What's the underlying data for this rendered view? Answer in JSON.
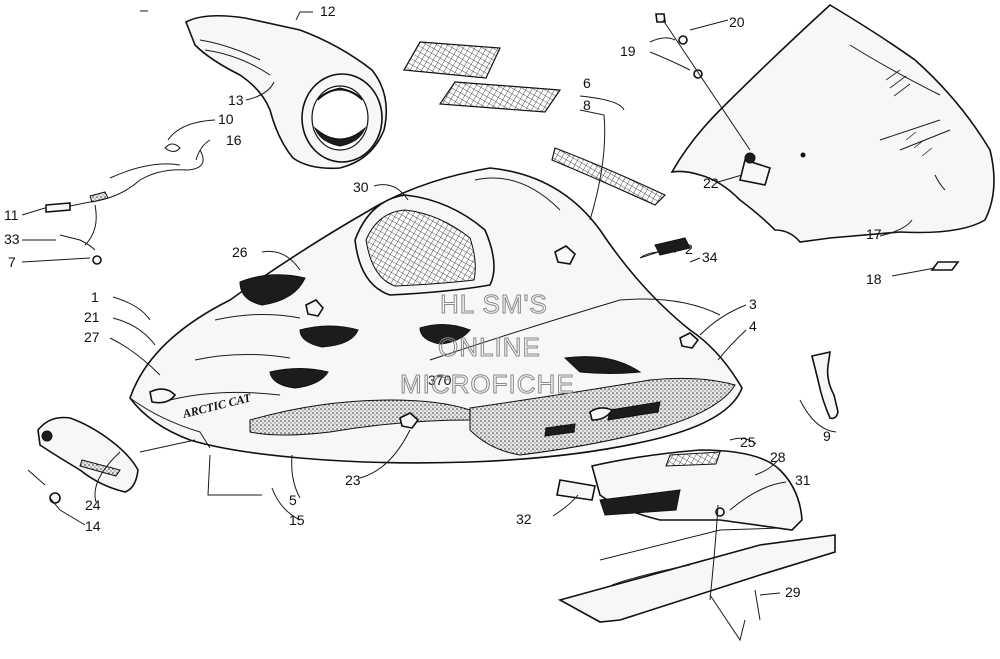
{
  "part_numbers": [
    "1",
    "2",
    "3",
    "4",
    "5",
    "6",
    "7",
    "8",
    "9",
    "10",
    "11",
    "12",
    "13",
    "14",
    "15",
    "16",
    "17",
    "18",
    "19",
    "20",
    "21",
    "22",
    "23",
    "24",
    "25",
    "26",
    "27",
    "28",
    "29",
    "30",
    "31",
    "32",
    "33",
    "34"
  ],
  "watermark": {
    "line1": "HL SM'S",
    "line2": "ONLINE",
    "line3": "MICROFICHE"
  },
  "hood_emblem": "ARCTIC CAT",
  "hood_badge": "370"
}
